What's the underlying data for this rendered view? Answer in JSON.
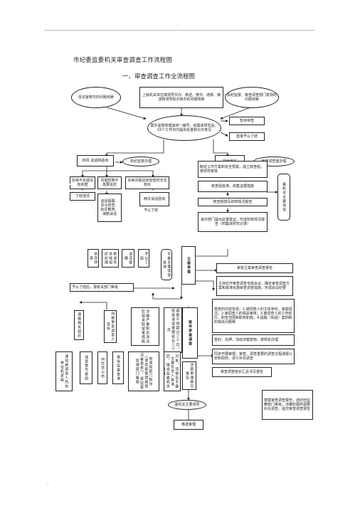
{
  "header_mark": ".",
  "footer_mark": ".",
  "doc_title": "市纪委监委机关审查调查工作流程图",
  "section_title": "一、审查调查工作全流程图",
  "nodes": {
    "src_a": "信访室移交的问题线索",
    "src_b": "上级机关单位或领导交办、移送、移交、通报、接送和领导批示转办的问题线索",
    "src_c": "执纪监督、审查调查部门发现的问题线索",
    "mgmt": "案件监督管理室统一编号、经集体研究后，15个工作日内提出处置和分办意见",
    "hold": "暂存待查",
    "close_direct": "直接予以了结",
    "four": "四风 谈话和函询",
    "discipline": "执纪监督办理",
    "prelim": "初步核实",
    "review_office": "审查调查室办理",
    "r1": "反映不实或没有依据",
    "r2": "问题轻微不需要追究",
    "r3": "反映问题具体但暂时无法核实",
    "res1": "了结澄清",
    "res2": "谈话提醒、责令检查、批评教育、诫勉谈话",
    "res3": "两次谈话函询",
    "res4": "予以了结",
    "plan": "制定工作方案和安全预案，成立核查组，按领导审批",
    "verify": "核查组批准，收集证据措施",
    "report": "核查组撰写初核情况报告",
    "committee": "承办部门提出处置建议，形成初核情况报告（附集体研究记录）",
    "sub1": "暂存待查",
    "sub2": "移送有关党组织处理",
    "sub3": "谈话提醒",
    "sub4": "予以了结",
    "approval": "市委主要领导批准",
    "file_case": "立案审查",
    "close_notice": "予以了结后，报有关部门审批",
    "leader": "委机关主要领导",
    "report_approve": "审批立案审查调查报告",
    "mobilize": "主持召开审查调查专题会议，确定审查调查方案和批准实施审查调查措施，形成会议纪要",
    "content": "核查的内容包括：1.被调查人的主体身份、家庭情况；2.被调查人的相关审核；3.被调查人的工作经历、职务范围和职权职能；4.提醒（劝退）案例和的相关问题等",
    "seize": "查封、扣押、冻结涉案款物，按规定办理",
    "transfer": "同步开展审理：审查、调查重要的调查过程通报公安和政府，进行补充调查",
    "audit": "审查调查组长汇总书写报告",
    "case_col": "案件审查调查",
    "c1": "通报相关组织",
    "c2": "向被审查调查人宣布",
    "c3": "涉嫌严重职务违法犯罪采取留置措施",
    "c4": "留置不得超过三个月，经批准留置期延长三个月",
    "d1": "通知被调查人所在单位和家属",
    "d2": "送留置专案组",
    "d3": "向社会公布",
    "d4": "报省监委批准",
    "d5": "由调查部门制作《使用留置措施情况备案表》，报监督管理部门备案",
    "d6": "对市委管理的监察对象，须报告市委主要负责人批准后，报省监委机关批准",
    "d7": "涉案审理移交报告",
    "final": "委机关主要领导",
    "transfer_review": "移送审理",
    "summary": "按案审查调查报告，送纪检监察部门审批，涉嫌犯罪的需要补充调查，提交审查调查报告"
  }
}
